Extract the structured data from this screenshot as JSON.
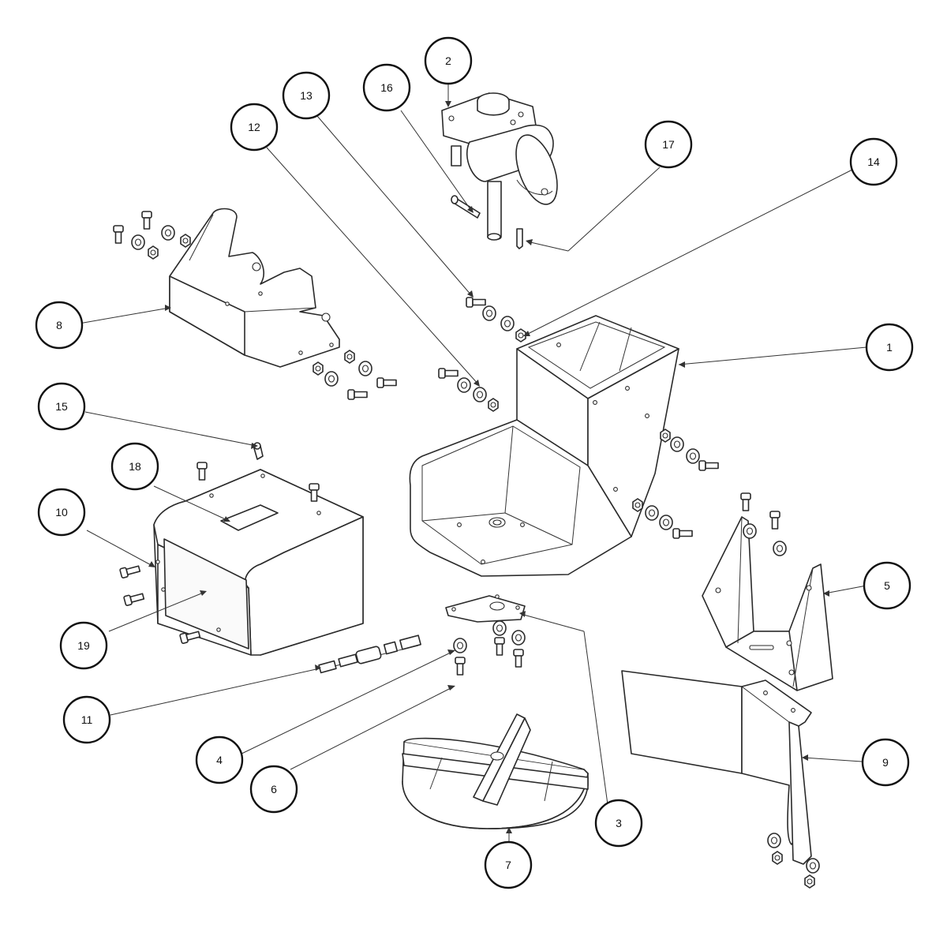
{
  "diagram": {
    "type": "exploded-parts-view",
    "callouts": [
      {
        "id": "c1",
        "label": "1"
      },
      {
        "id": "c2",
        "label": "2"
      },
      {
        "id": "c3",
        "label": "3"
      },
      {
        "id": "c4",
        "label": "4"
      },
      {
        "id": "c5",
        "label": "5"
      },
      {
        "id": "c6",
        "label": "6"
      },
      {
        "id": "c7",
        "label": "7"
      },
      {
        "id": "c8",
        "label": "8"
      },
      {
        "id": "c9",
        "label": "9"
      },
      {
        "id": "c10",
        "label": "10"
      },
      {
        "id": "c11",
        "label": "11"
      },
      {
        "id": "c12",
        "label": "12"
      },
      {
        "id": "c13",
        "label": "13"
      },
      {
        "id": "c14",
        "label": "14"
      },
      {
        "id": "c15",
        "label": "15"
      },
      {
        "id": "c16",
        "label": "16"
      },
      {
        "id": "c17",
        "label": "17"
      },
      {
        "id": "c18",
        "label": "18"
      },
      {
        "id": "c19",
        "label": "19"
      }
    ]
  }
}
